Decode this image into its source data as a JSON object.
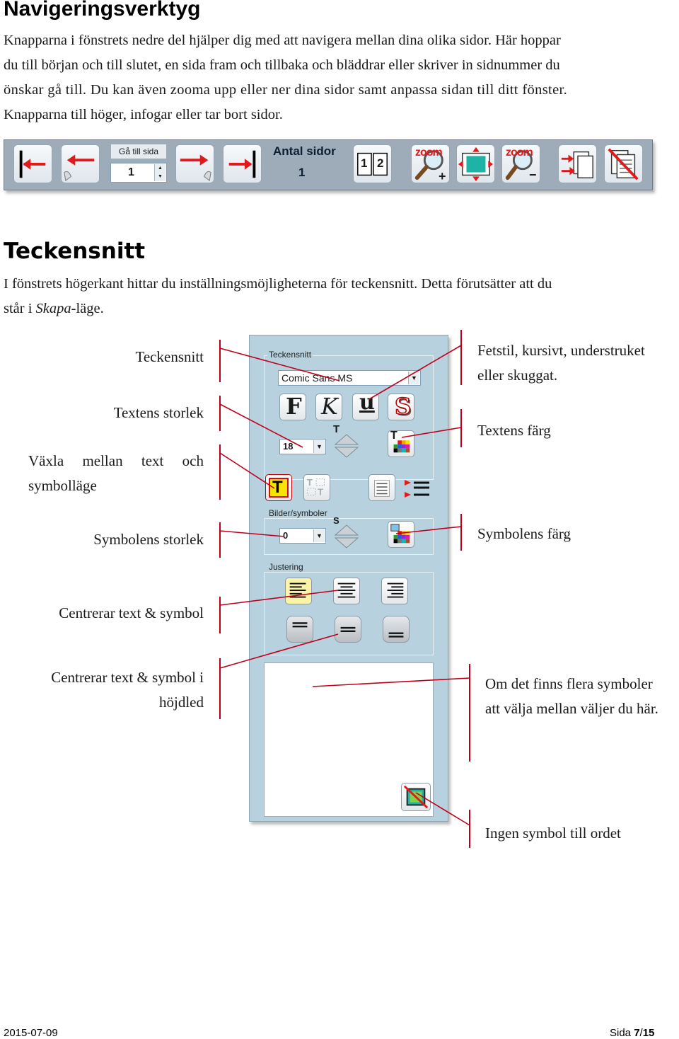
{
  "sections": {
    "nav": {
      "title": "Navigeringsverktyg",
      "paragraph_lines": [
        "Knapparna i fönstrets nedre del hjälper dig med att navigera mellan dina olika sidor. Här hoppar",
        "du till början och till slutet, en sida fram och tillbaka och bläddrar eller skriver in sidnummer du",
        "önskar gå till. Du kan även zooma upp eller ner dina sidor samt anpassa sidan till ditt fönster.",
        "Knapparna till höger, infogar eller tar bort sidor."
      ]
    },
    "font": {
      "title": "Teckensnitt",
      "paragraph_line1": "I fönstrets högerkant hittar du inställningsmöjligheterna för teckensnitt. Detta förutsätter att du",
      "paragraph_line2_pre": "står i ",
      "paragraph_line2_em": "Skapa",
      "paragraph_line2_post": "-läge."
    }
  },
  "toolbar": {
    "goto_label": "Gå till sida",
    "goto_value": "1",
    "page_count_label": "Antal sidor",
    "page_count_value": "1",
    "two_page_left": "1",
    "two_page_right": "2",
    "zoom_text": "zoom",
    "zoom_plus": "+",
    "zoom_minus": "−"
  },
  "panel": {
    "font_group_title": "Teckensnitt",
    "font_name": "Comic Sans MS",
    "bold_letter": "F",
    "italic_letter": "K",
    "underline_letter": "u",
    "shadow_letter": "S",
    "font_size_value": "18",
    "t_letter": "T",
    "symbol_group_title": "Bilder/symboler",
    "symbol_size_value": "0",
    "s_letter": "S",
    "align_group_title": "Justering"
  },
  "labels": {
    "teckensnitt": "Teckensnitt",
    "textens_storlek": "Textens storlek",
    "vaxla_line1": [
      "Växla",
      "mellan",
      "text",
      "och"
    ],
    "vaxla_line2": "symbolläge",
    "symbolens_storlek": "Symbolens storlek",
    "centrerar": "Centrerar text & symbol",
    "centrerar_hojd_line1": "Centrerar text & symbol i",
    "centrerar_hojd_line2": "höjdled",
    "fetstil_line1": "Fetstil, kursivt, understruket",
    "fetstil_line2": "eller skuggat.",
    "textens_farg": "Textens färg",
    "symbolens_farg": "Symbolens färg",
    "flera_line1": "Om det finns flera symboler",
    "flera_line2": "att välja mellan väljer du här.",
    "ingen_symbol": "Ingen symbol till ordet"
  },
  "footer": {
    "date": "2015-07-09",
    "page_prefix": "Sida ",
    "page_current": "7",
    "page_sep": "/",
    "page_total": "15"
  },
  "colors": {
    "accent_red": "#c0001a",
    "toolbar_bg": "#9eacb9",
    "panel_bg": "#b7d1de",
    "arrow_red": "#e01a1a"
  }
}
